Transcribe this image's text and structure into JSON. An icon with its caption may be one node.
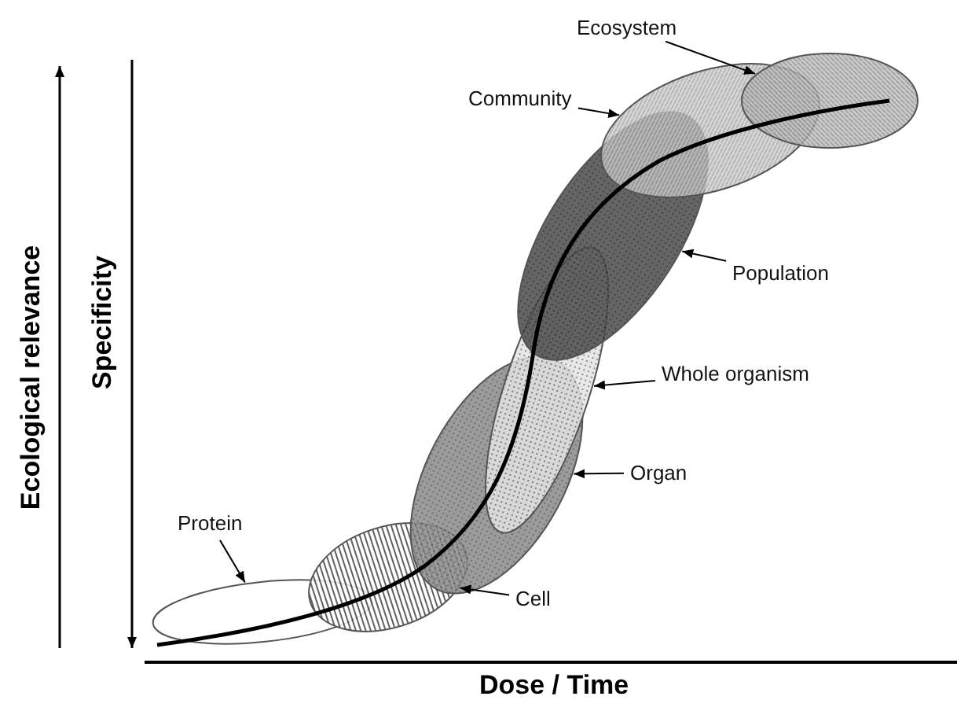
{
  "diagram": {
    "nodes": [
      {
        "text": [
          "Ecosystem"
        ]
      },
      {
        "text": [
          "Community"
        ]
      },
      {
        "text": [
          "Population"
        ]
      },
      {
        "text": [
          "Whole organism"
        ]
      },
      {
        "text": [
          "Organ"
        ]
      },
      {
        "text": [
          "Protein"
        ]
      },
      {
        "text": [
          "Cell"
        ]
      },
      {
        "text": [],
        "shape": "ellipse"
      },
      {
        "text": [],
        "shape": "ellipse"
      },
      {
        "text": [],
        "shape": "ellipse"
      },
      {
        "text": [],
        "shape": "ellipse"
      },
      {
        "text": [],
        "shape": "ellipse"
      },
      {
        "text": [],
        "shape": "ellipse"
      },
      {
        "text": [],
        "shape": "ellipse"
      }
    ],
    "edges": [
      {
        "from": 0,
        "to": 13,
        "arrow": "to"
      },
      {
        "from": 1,
        "to": 12,
        "arrow": "to"
      },
      {
        "from": 2,
        "to": 11,
        "arrow": "to"
      },
      {
        "from": 3,
        "to": 10,
        "arrow": "to"
      },
      {
        "from": 4,
        "to": 9,
        "arrow": "to"
      },
      {
        "from": 5,
        "to": 7,
        "arrow": "to"
      },
      {
        "from": 6,
        "to": 8,
        "arrow": "to"
      }
    ],
    "labels": [
      "Ecological relevance",
      "Specificity",
      "Dose / Time"
    ]
  }
}
